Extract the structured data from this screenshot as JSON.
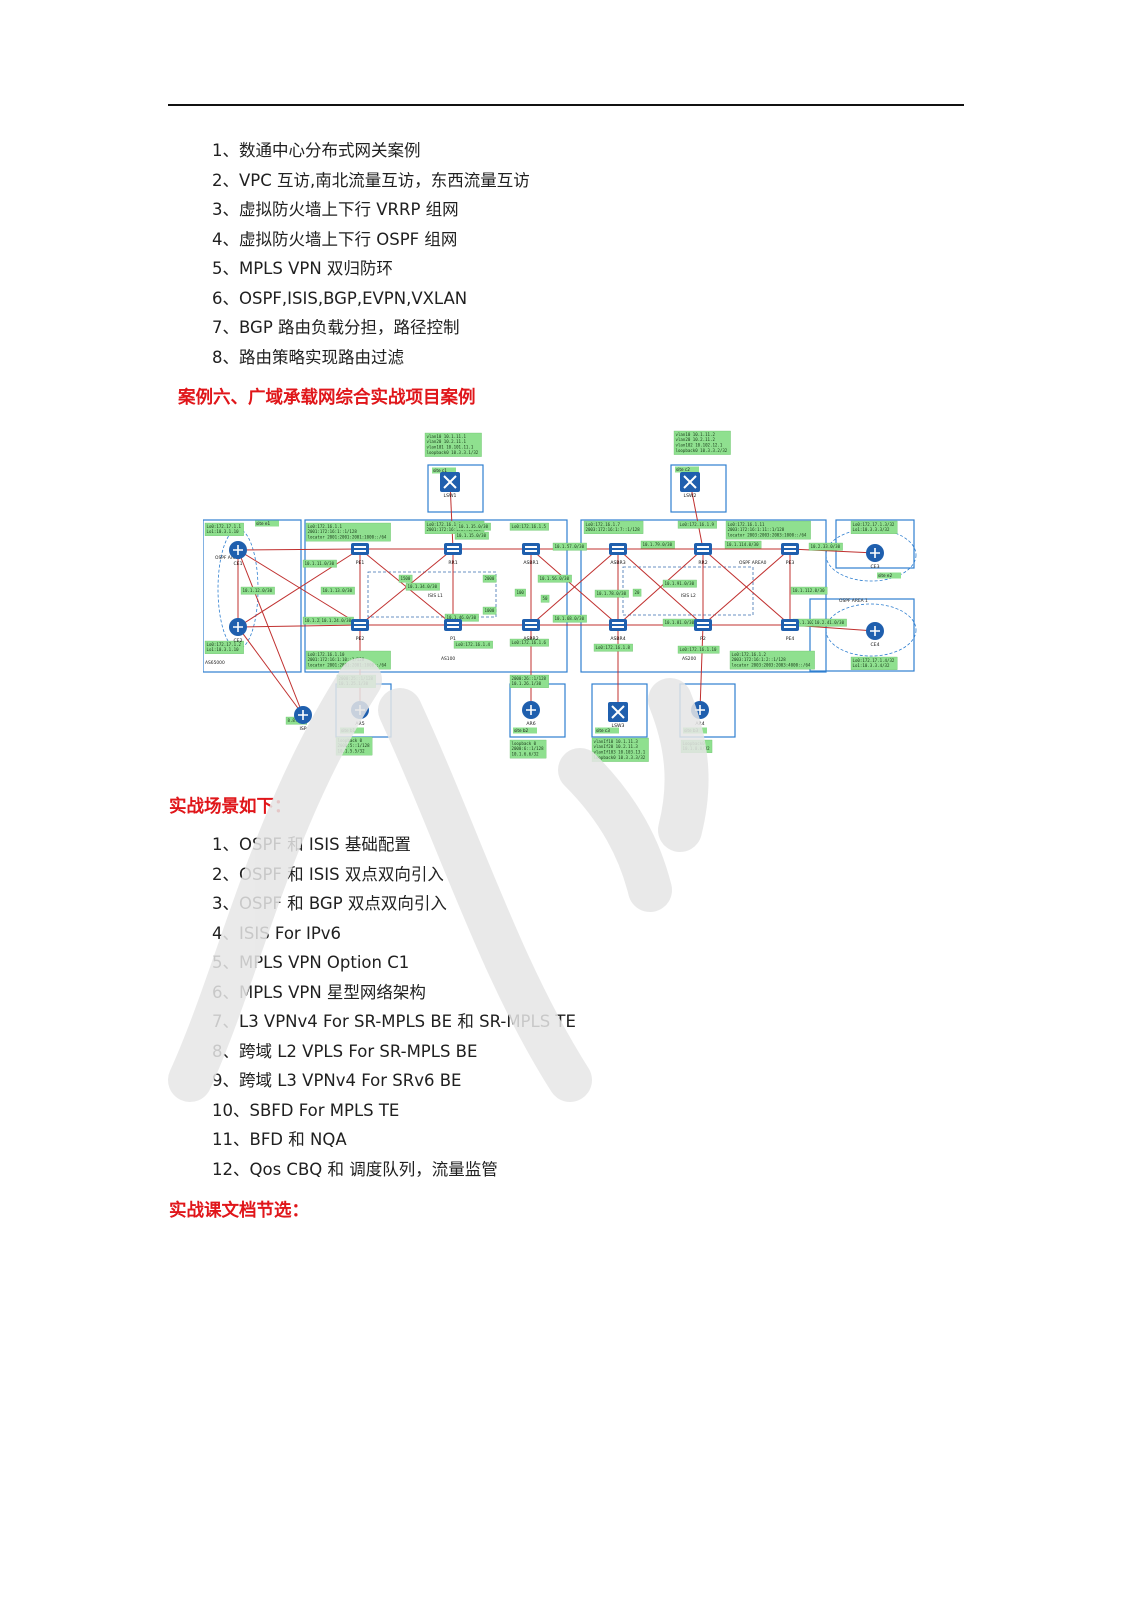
{
  "list1": [
    "1、数通中心分布式网关案例",
    "2、VPC 互访,南北流量互访，东西流量互访",
    "3、虚拟防火墙上下行 VRRP 组网",
    "4、虚拟防火墙上下行 OSPF 组网",
    "5、MPLS VPN 双归防环",
    "6、OSPF,ISIS,BGP,EVPN,VXLAN",
    "7、BGP 路由负载分担，路径控制",
    "8、路由策略实现路由过滤"
  ],
  "heading_case": "案例六、广域承载网综合实战项目案例",
  "heading_scenes": "实战场景如下：",
  "list2": [
    "1、OSPF 和 ISIS 基础配置",
    "2、OSPF 和 ISIS 双点双向引入",
    "3、OSPF 和 BGP 双点双向引入",
    "4、ISIS For IPv6",
    "5、MPLS VPN Option C1",
    "6、MPLS VPN 星型网络架构",
    "7、L3 VPNv4 For SR-MPLS BE  和  SR-MPLS TE",
    "8、跨域 L2 VPLS For SR-MPLS BE",
    "9、跨域 L3 VPNv4 For SRv6 BE",
    "10、SBFD For MPLS TE",
    "11、BFD 和 NQA",
    "12、Qos CBQ  和  调度队列，流量监管"
  ],
  "heading_docs": "实战课文档节选：",
  "colors": {
    "heading_red": "#e0161a",
    "rule": "#111111",
    "box_blue": "#2f7fd0",
    "label_green": "#8fe08f",
    "link_red": "#c0302f"
  },
  "diagram": {
    "nodes": [
      {
        "id": "CE1",
        "label": "CE1",
        "icon": "router-icon"
      },
      {
        "id": "CE2",
        "label": "CE2",
        "icon": "router-icon"
      },
      {
        "id": "PE1",
        "label": "PE1",
        "icon": "switch-icon"
      },
      {
        "id": "PE2",
        "label": "PE2",
        "icon": "switch-icon"
      },
      {
        "id": "RR1",
        "label": "RR1",
        "icon": "switch-icon"
      },
      {
        "id": "P1",
        "label": "P1",
        "icon": "switch-icon"
      },
      {
        "id": "ASBR1",
        "label": "ASBR1",
        "icon": "switch-icon"
      },
      {
        "id": "ASBR2",
        "label": "ASBR2",
        "icon": "switch-icon"
      },
      {
        "id": "ASBR3",
        "label": "ASBR3",
        "icon": "switch-icon"
      },
      {
        "id": "ASBR4",
        "label": "ASBR4",
        "icon": "switch-icon"
      },
      {
        "id": "RR2",
        "label": "RR2",
        "icon": "switch-icon"
      },
      {
        "id": "P2",
        "label": "P2",
        "icon": "switch-icon"
      },
      {
        "id": "PE3",
        "label": "PE3",
        "icon": "switch-icon"
      },
      {
        "id": "PE4",
        "label": "PE4",
        "icon": "switch-icon"
      },
      {
        "id": "CE3",
        "label": "CE3",
        "icon": "router-icon"
      },
      {
        "id": "CE4",
        "label": "CE4",
        "icon": "router-icon"
      },
      {
        "id": "LSW1",
        "label": "LSW1",
        "icon": "l3-switch-icon"
      },
      {
        "id": "LSW2",
        "label": "LSW2",
        "icon": "l3-switch-icon"
      },
      {
        "id": "LSW3",
        "label": "LSW3",
        "icon": "l3-switch-icon"
      },
      {
        "id": "AR5",
        "label": "AR5",
        "icon": "router-icon"
      },
      {
        "id": "AR6",
        "label": "AR6",
        "icon": "router-icon"
      },
      {
        "id": "AR4",
        "label": "AR4",
        "icon": "router-icon"
      },
      {
        "id": "ISP",
        "label": "ISP",
        "icon": "router-icon"
      }
    ],
    "links": [
      [
        "CE1",
        "PE1"
      ],
      [
        "CE1",
        "CE2"
      ],
      [
        "CE2",
        "PE2"
      ],
      [
        "CE1",
        "PE2"
      ],
      [
        "CE2",
        "PE1"
      ],
      [
        "PE1",
        "RR1"
      ],
      [
        "PE2",
        "P1"
      ],
      [
        "PE1",
        "PE2"
      ],
      [
        "RR1",
        "P1"
      ],
      [
        "PE1",
        "P1"
      ],
      [
        "PE2",
        "RR1"
      ],
      [
        "RR1",
        "ASBR1"
      ],
      [
        "P1",
        "ASBR2"
      ],
      [
        "ASBR1",
        "ASBR2"
      ],
      [
        "RR1",
        "LSW1"
      ],
      [
        "PE2",
        "AR5"
      ],
      [
        "ASBR2",
        "AR6"
      ],
      [
        "CE2",
        "ISP"
      ],
      [
        "CE1",
        "ISP"
      ],
      [
        "ASBR1",
        "ASBR3"
      ],
      [
        "ASBR2",
        "ASBR4"
      ],
      [
        "ASBR3",
        "ASBR4"
      ],
      [
        "ASBR1",
        "ASBR4"
      ],
      [
        "ASBR2",
        "ASBR3"
      ],
      [
        "ASBR3",
        "RR2"
      ],
      [
        "ASBR4",
        "P2"
      ],
      [
        "RR2",
        "P2"
      ],
      [
        "ASBR3",
        "P2"
      ],
      [
        "ASBR4",
        "RR2"
      ],
      [
        "RR2",
        "PE3"
      ],
      [
        "P2",
        "PE4"
      ],
      [
        "PE3",
        "PE4"
      ],
      [
        "RR2",
        "PE4"
      ],
      [
        "P2",
        "PE3"
      ],
      [
        "PE3",
        "CE3"
      ],
      [
        "PE4",
        "CE4"
      ],
      [
        "RR2",
        "LSW2"
      ],
      [
        "ASBR4",
        "LSW3"
      ],
      [
        "P2",
        "AR4"
      ]
    ],
    "areas": [
      {
        "label": "AS100"
      },
      {
        "label": "AS200"
      },
      {
        "label": "AS65000"
      },
      {
        "label": "ISIS L1"
      },
      {
        "label": "ISIS L2"
      },
      {
        "label": "OSPF Area0"
      },
      {
        "label": "OSPF AREA0"
      },
      {
        "label": "OSPF AREA 1"
      }
    ],
    "sites": [
      {
        "label": "site c1"
      },
      {
        "label": "site c2"
      },
      {
        "label": "site e1"
      },
      {
        "label": "site e2"
      },
      {
        "label": "site b1"
      },
      {
        "label": "site b2"
      },
      {
        "label": "site c3"
      },
      {
        "label": "site b3"
      }
    ],
    "labels": [
      {
        "text": "Lo0:172.17.1.1\nLo1:10.3.1.10"
      },
      {
        "text": "Lo0:172.16.1.1\n2001:172:16:1::1/128\nlocator 2001:2001:2001:1000::/64"
      },
      {
        "text": "Lo0:172.16.1.3\n2001:172:16:1:3::1/128"
      },
      {
        "text": "Lo0:172.16.1.5"
      },
      {
        "text": "Lo0:172.16.1.7\n2003:172:16:1:7::1/128"
      },
      {
        "text": "Lo0:172.16.1.9"
      },
      {
        "text": "Lo0:172.16.1.11\n2003:172:16:1:11::1/128\nlocator 2003:2003:2003:1000::/64"
      },
      {
        "text": "Lo0:172.17.1.3/32\nLo1:10.3.3.3/32"
      },
      {
        "text": "Lo0:172.17.1.2\nLo1:10.3.1.10"
      },
      {
        "text": "Lo0:172.16.1.10\n2001:172:16:1:10::1/128\nlocator 2001:2001:2001:1000::/64"
      },
      {
        "text": "Lo0:172.16.1.4"
      },
      {
        "text": "Lo0:172.16.1.6"
      },
      {
        "text": "Lo0:172.16.1.8"
      },
      {
        "text": "Lo0:172.16.1.10"
      },
      {
        "text": "Lo0:172.16.1.2\n2003:172:16:1:2::1/128\nlocator 2003:2003:2003:4000::/64"
      },
      {
        "text": "Lo0:172.17.1.4/32\nLo1:10.3.3.4/32"
      },
      {
        "text": "vlan10 10.1.11.1\nvlan20 10.2.11.1\nvlan101 10.101.11.1\nloopback0 10.3.3.1/32"
      },
      {
        "text": "vlan10 10.1.11.2\nvlan20 10.2.11.2\nvlan102 10.102.12.1\nloopback0 10.3.3.2/32"
      },
      {
        "text": "vlanIf10 10.1.11.3\nvlanIf20 10.2.11.3\nvlanIf103 10.103.13.1\nloopback0 10.3.3.3/32"
      },
      {
        "text": "2000:25::1/128\n10.1.25.1/30"
      },
      {
        "text": "2000:26::1/128\n10.1.26.1/30"
      },
      {
        "text": "loopback 0\n2000:5::1/128\n10.1.5.5/32"
      },
      {
        "text": "loopback 0\n2000:6::1/128\n10.1.6.6/32"
      },
      {
        "text": "Loopback0\n10.1.0.0/32"
      },
      {
        "text": "8.8.8.8"
      },
      {
        "text": "10.1.11.0/30"
      },
      {
        "text": "10.1.12.0/30"
      },
      {
        "text": "10.1.13.0/30"
      },
      {
        "text": "10.1.15.0/30"
      },
      {
        "text": "10.1.22.0/30"
      },
      {
        "text": "10.1.24.0/30"
      },
      {
        "text": "10.1.34.0/30"
      },
      {
        "text": "10.1.46.0/30"
      },
      {
        "text": "10.1.35.0/30"
      },
      {
        "text": "10.1.56.0/30"
      },
      {
        "text": "10.1.57.0/30"
      },
      {
        "text": "10.1.68.0/30"
      },
      {
        "text": "10.1.79.0/30"
      },
      {
        "text": "10.1.78.0/30"
      },
      {
        "text": "10.1.91.0/30"
      },
      {
        "text": "10.1.81.0/30"
      },
      {
        "text": "10.1.114.0/30"
      },
      {
        "text": "10.1.112.0/30"
      },
      {
        "text": "10.1.102.0/30"
      },
      {
        "text": "10.2.33.0/30"
      },
      {
        "text": "10.2.41.0/30"
      },
      {
        "text": "1500"
      },
      {
        "text": "2000"
      },
      {
        "text": "1000"
      },
      {
        "text": "100"
      },
      {
        "text": "50"
      },
      {
        "text": "20"
      }
    ]
  }
}
